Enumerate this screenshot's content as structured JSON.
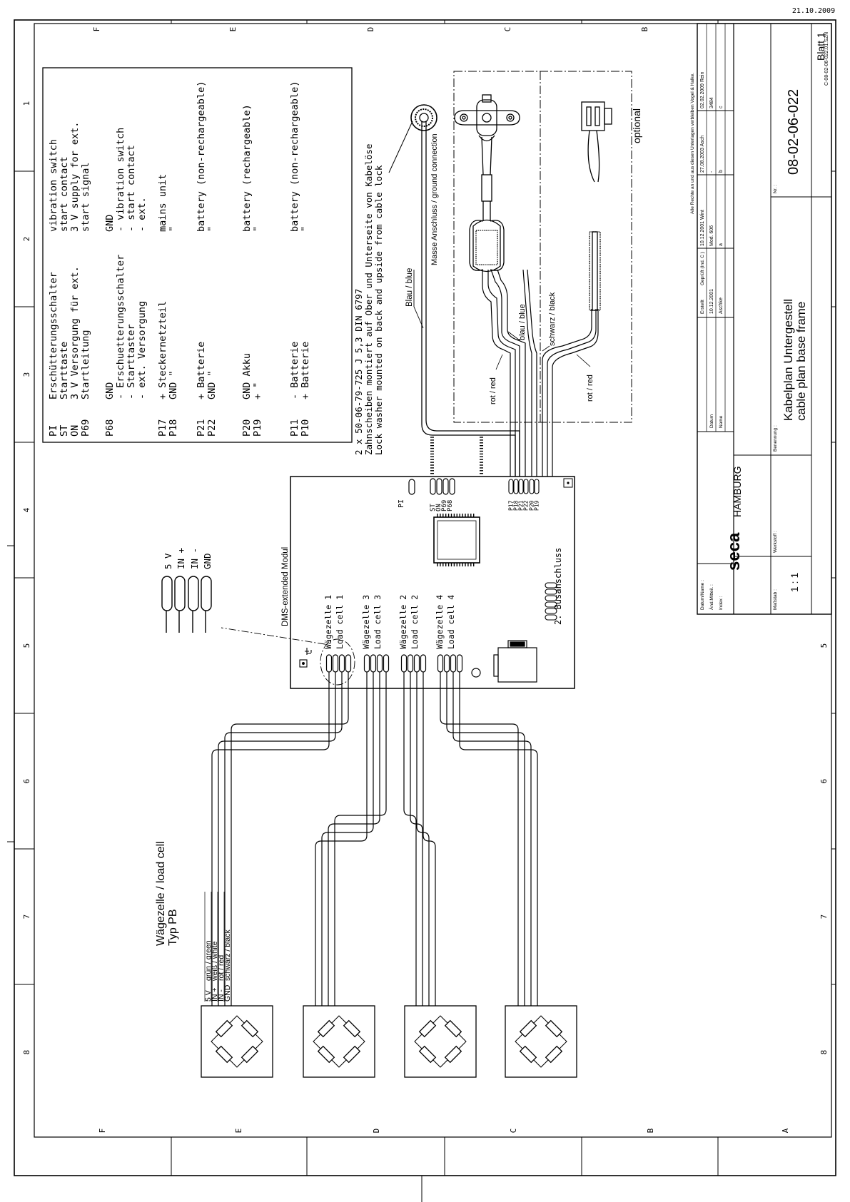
{
  "frame": {
    "row_letters": [
      "F",
      "E",
      "D",
      "C",
      "B",
      "A"
    ],
    "col_numbers": [
      "1",
      "2",
      "3",
      "4",
      "5",
      "6",
      "7",
      "8"
    ]
  },
  "stamp_date": "21.10.2009",
  "drawing_code": "C-08-02-06-022.01.SZN",
  "legend": {
    "rows": [
      {
        "pin": "PI",
        "de": "Erschütterungsschalter",
        "en": "vibration switch"
      },
      {
        "pin": "ST",
        "de": "Starttaste",
        "en": "start contact"
      },
      {
        "pin": "ON",
        "de": "3 V Versorgung für ext.",
        "en": "3 V supply for ext."
      },
      {
        "pin": "P69",
        "de": "Startleitung",
        "en": "start signal"
      },
      {
        "pin": "P68",
        "de": "GND",
        "en": "GND"
      },
      {
        "pin": "",
        "de": "- Erschuetterungsschalter",
        "en": "- vibration switch"
      },
      {
        "pin": "",
        "de": "- Starttaster",
        "en": "- start contact"
      },
      {
        "pin": "",
        "de": "- ext. Versorgung",
        "en": "- ext."
      },
      {
        "pin": "P17",
        "de": "+     Steckernetzteil",
        "en": "mains unit"
      },
      {
        "pin": "P18",
        "de": "GND    \"",
        "en": "\""
      },
      {
        "pin": "P21",
        "de": "+     Batterie",
        "en": "battery (non-rechargeable)"
      },
      {
        "pin": "P22",
        "de": "GND    \"",
        "en": "\""
      },
      {
        "pin": "P20",
        "de": "GND Akku",
        "en": "battery (rechargeable)"
      },
      {
        "pin": "P19",
        "de": "+      \"",
        "en": "\""
      },
      {
        "pin": "P11",
        "de": "-     Batterie",
        "en": "battery (non-rechargeable)"
      },
      {
        "pin": "P10",
        "de": "+     Batterie",
        "en": "\""
      }
    ]
  },
  "washer_note": [
    "2 x 50-06-79-725 J 5,3 DIN 6797",
    "Zahnscheiben montiert auf Ober und Unterseite von Kabelöse",
    "Lock washer mounted on back and upside from cable lock"
  ],
  "blau_blue": "Blau / blue",
  "ground_label": "Masse Anschluss / ground connection",
  "optional_label": "optional",
  "wire_labels": {
    "blau": "blau / blue",
    "schwarz": "schwarz / black",
    "rot1": "rot / red",
    "rot2": "rot / red"
  },
  "module": {
    "title": "DMS-extended Modul",
    "pi": "PI",
    "header_pins": [
      "ST",
      "ON",
      "P69",
      "P68"
    ],
    "power_pins": [
      "P17",
      "P18",
      "P21",
      "P22",
      "P20",
      "P19"
    ],
    "bus": "2. Busanschluss",
    "cells": [
      {
        "de": "Wägezelle 1",
        "en": "Load cell 1"
      },
      {
        "de": "Wägezelle 3",
        "en": "Load cell 3"
      },
      {
        "de": "Wägezelle 2",
        "en": "Load cell 2"
      },
      {
        "de": "Wägezelle 4",
        "en": "Load cell 4"
      }
    ]
  },
  "connector_pins": [
    "5 V",
    "IN +",
    "IN -",
    "GND"
  ],
  "loadcell": {
    "title": "Wägezelle / load cell",
    "subtitle": "Typ PB",
    "wires": [
      {
        "pin": "5 V",
        "color": "grün / green"
      },
      {
        "pin": "IN +",
        "color": "weiß / white"
      },
      {
        "pin": "IN -",
        "color": "rot / red"
      },
      {
        "pin": "GND",
        "color": "schwarz / black"
      }
    ]
  },
  "title_block": {
    "rights": "Alle Rechte an und aus diesen Unterlagen verbleiben Vogel & Halke.",
    "rev_labels": [
      "Datum/Name :",
      "Änd.Mitteil. :",
      "Index :"
    ],
    "rev1": [
      "10.12.2001 Wint",
      "Mod. 606",
      "a"
    ],
    "rev2": [
      "27.08.2003 Asch",
      "-",
      "b"
    ],
    "rev3": [
      "02.02.2009 Rein",
      "3484",
      "c"
    ],
    "erstellt": "Erstellt",
    "geprueft": "Geprüft (Ind. C )",
    "datum_label": "Datum",
    "name_label": "Name",
    "datum_value": "10.12.2001",
    "name_value": "Aschke",
    "company": "seca",
    "city": "HAMBURG",
    "massstab_label": "Maßstab :",
    "massstab": "1 : 1",
    "werkstoff_label": "Werkstoff :",
    "benennung_label": "Benennung :",
    "title_de": "Kabelplan Untergestell",
    "title_en": "cable plan base frame",
    "nr_label": "Nr. :",
    "number": "08-02-06-022",
    "sheet": "Blatt 1"
  }
}
